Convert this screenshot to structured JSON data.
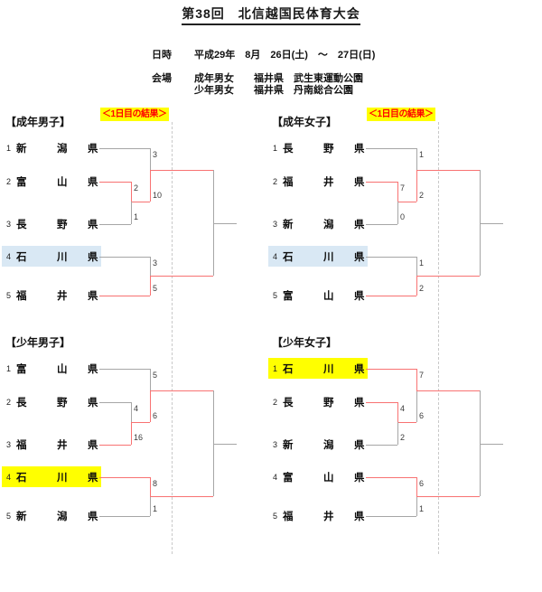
{
  "title": "第38回　北信越国民体育大会",
  "info": {
    "date_label": "日時",
    "date_value": "平成29年　8月　26日(土)　～　27日(日)",
    "venue_label": "会場",
    "venue_lines": [
      "成年男女　　福井県　武生東運動公園",
      "少年男女　　福井県　丹南総合公園"
    ]
  },
  "day1_label": "＜1日目の結果＞",
  "colors": {
    "winner_path": "#f87272",
    "bracket_line": "#a6a6a6",
    "highlight_yellow": "#ffff00",
    "highlight_blue": "#d9e8f4",
    "day1_label_bg": "#ffff00",
    "day1_label_text": "#ff0000"
  },
  "brackets": [
    {
      "id": "adult-men",
      "label": "【成年男子】",
      "teams": [
        {
          "seed": "1",
          "chars": [
            "新",
            "潟",
            "県"
          ],
          "highlight": "none"
        },
        {
          "seed": "2",
          "chars": [
            "富",
            "山",
            "県"
          ],
          "highlight": "none"
        },
        {
          "seed": "3",
          "chars": [
            "長",
            "野",
            "県"
          ],
          "highlight": "none"
        },
        {
          "seed": "4",
          "chars": [
            "石",
            "川",
            "県"
          ],
          "highlight": "blue"
        },
        {
          "seed": "5",
          "chars": [
            "福",
            "井",
            "県"
          ],
          "highlight": "none"
        }
      ],
      "scores": {
        "seed1_semifinal": "3",
        "round1_upper": "2",
        "round1_lower": "1",
        "r1_winner_semifinal": "10",
        "semifinal2_upper": "3",
        "semifinal2_lower": "5"
      }
    },
    {
      "id": "adult-women",
      "label": "【成年女子】",
      "teams": [
        {
          "seed": "1",
          "chars": [
            "長",
            "野",
            "県"
          ],
          "highlight": "none"
        },
        {
          "seed": "2",
          "chars": [
            "福",
            "井",
            "県"
          ],
          "highlight": "none"
        },
        {
          "seed": "3",
          "chars": [
            "新",
            "潟",
            "県"
          ],
          "highlight": "none"
        },
        {
          "seed": "4",
          "chars": [
            "石",
            "川",
            "県"
          ],
          "highlight": "blue"
        },
        {
          "seed": "5",
          "chars": [
            "富",
            "山",
            "県"
          ],
          "highlight": "none"
        }
      ],
      "scores": {
        "seed1_semifinal": "1",
        "round1_upper": "7",
        "round1_lower": "0",
        "r1_winner_semifinal": "2",
        "semifinal2_upper": "1",
        "semifinal2_lower": "2"
      }
    },
    {
      "id": "junior-men",
      "label": "【少年男子】",
      "teams": [
        {
          "seed": "1",
          "chars": [
            "富",
            "山",
            "県"
          ],
          "highlight": "none"
        },
        {
          "seed": "2",
          "chars": [
            "長",
            "野",
            "県"
          ],
          "highlight": "none"
        },
        {
          "seed": "3",
          "chars": [
            "福",
            "井",
            "県"
          ],
          "highlight": "none"
        },
        {
          "seed": "4",
          "chars": [
            "石",
            "川",
            "県"
          ],
          "highlight": "yellow"
        },
        {
          "seed": "5",
          "chars": [
            "新",
            "潟",
            "県"
          ],
          "highlight": "none"
        }
      ],
      "scores": {
        "seed1_semifinal": "5",
        "round1_upper": "4",
        "round1_lower": "16",
        "r1_winner_semifinal": "6",
        "semifinal2_upper": "8",
        "semifinal2_lower": "1"
      }
    },
    {
      "id": "junior-women",
      "label": "【少年女子】",
      "teams": [
        {
          "seed": "1",
          "chars": [
            "石",
            "川",
            "県"
          ],
          "highlight": "yellow"
        },
        {
          "seed": "2",
          "chars": [
            "長",
            "野",
            "県"
          ],
          "highlight": "none"
        },
        {
          "seed": "3",
          "chars": [
            "新",
            "潟",
            "県"
          ],
          "highlight": "none"
        },
        {
          "seed": "4",
          "chars": [
            "富",
            "山",
            "県"
          ],
          "highlight": "none"
        },
        {
          "seed": "5",
          "chars": [
            "福",
            "井",
            "県"
          ],
          "highlight": "none"
        }
      ],
      "scores": {
        "seed1_semifinal": "7",
        "round1_upper": "4",
        "round1_lower": "2",
        "r1_winner_semifinal": "6",
        "semifinal2_upper": "6",
        "semifinal2_lower": "1"
      }
    }
  ]
}
